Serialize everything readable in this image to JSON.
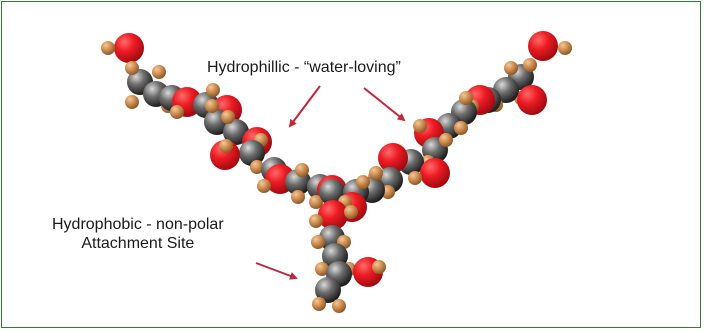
{
  "diagram": {
    "labels": {
      "hydrophillic": "Hydrophillic - “water-loving”",
      "hydrophobic_line1": "Hydrophobic - non-polar",
      "hydrophobic_line2": "Attachment Site"
    },
    "colors": {
      "frame_border": "#2e7d32",
      "oxygen": "#e8101a",
      "carbon": "#5a5a5a",
      "hydrogen": "#c98a4b",
      "arrow": "#c0283c"
    }
  }
}
